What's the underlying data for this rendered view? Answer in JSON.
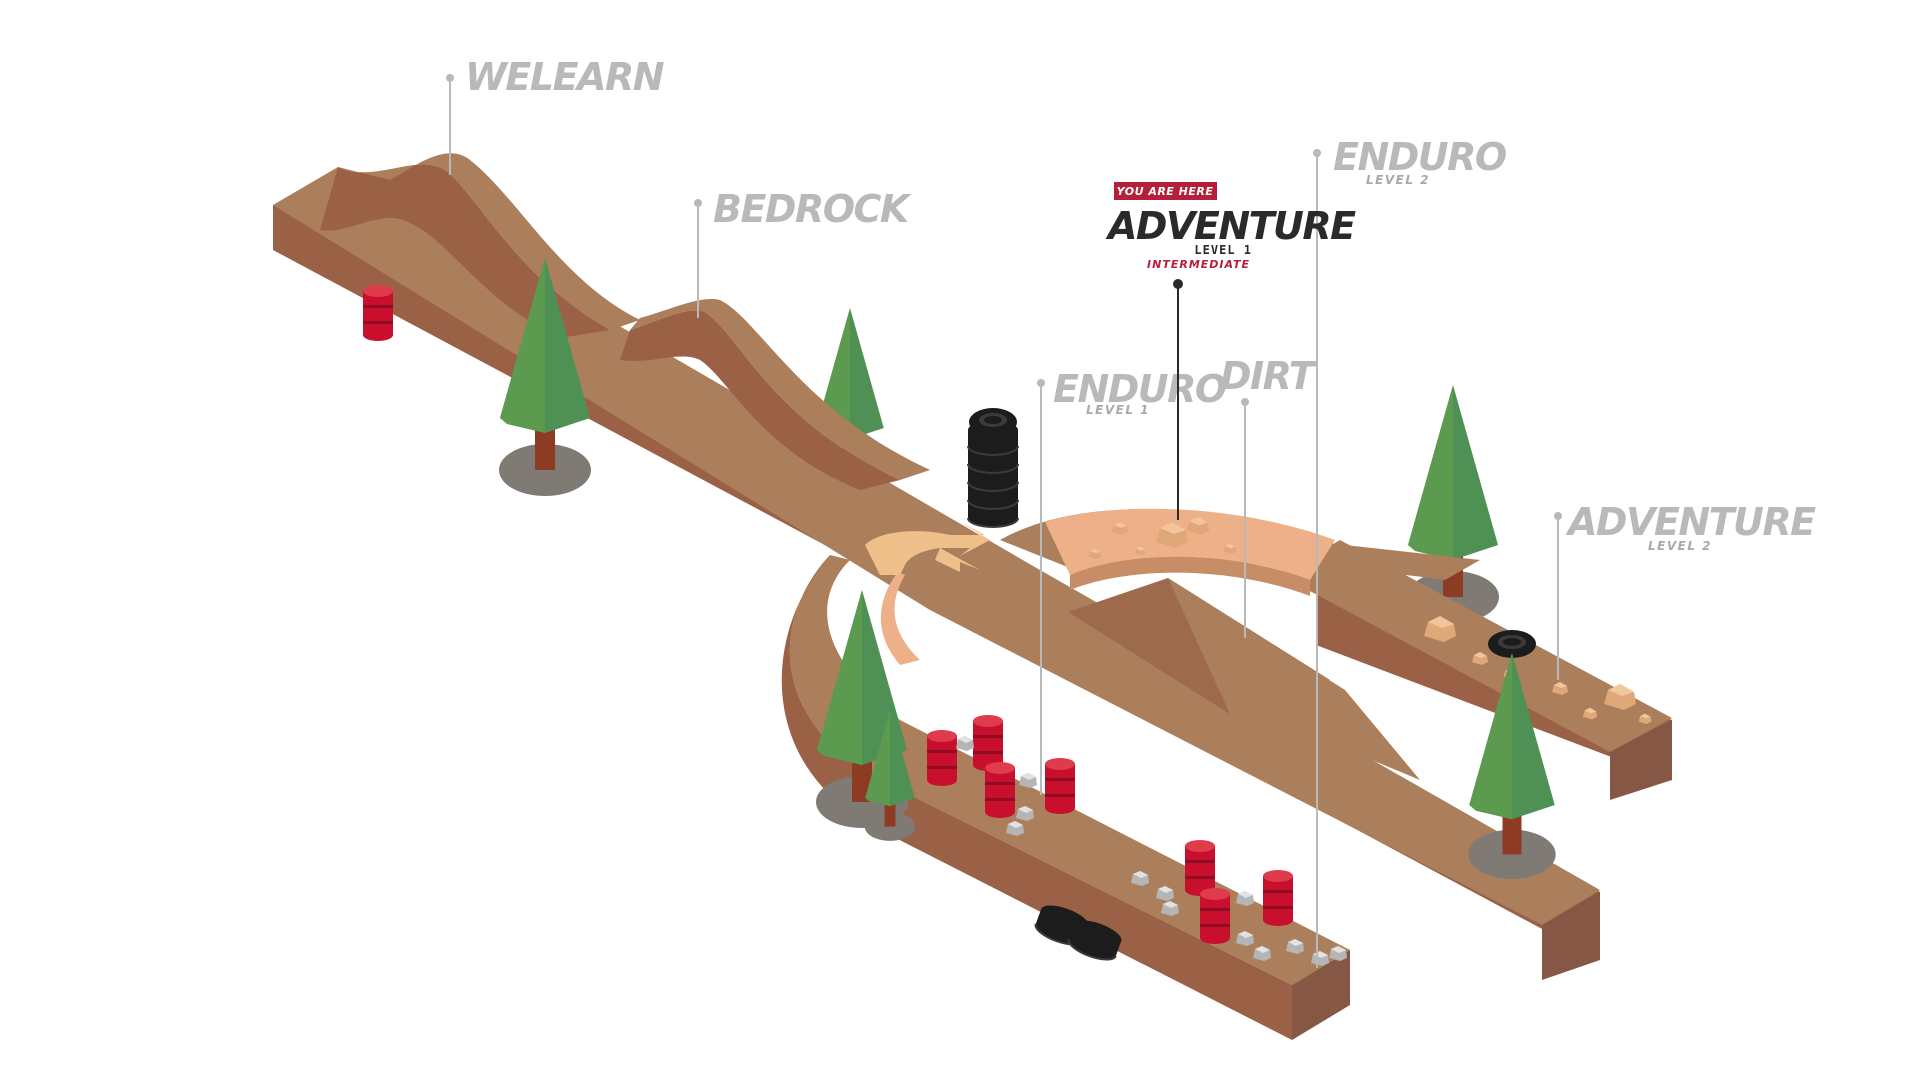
{
  "labels": {
    "welearn": {
      "title": "WELEARN"
    },
    "bedrock": {
      "title": "BEDROCK"
    },
    "enduro_2": {
      "title": "ENDURO",
      "level": "LEVEL 2"
    },
    "enduro_1": {
      "title": "ENDURO",
      "level": "LEVEL 1"
    },
    "dirt": {
      "title": "DIRT"
    },
    "adventure_2": {
      "title": "ADVENTURE",
      "level": "LEVEL 2"
    }
  },
  "you_are_here": {
    "badge": "YOU ARE HERE",
    "title": "ADVENTURE",
    "level": "LEVEL 1",
    "difficulty": "INTERMEDIATE"
  },
  "icons": [
    "tree-icon",
    "barrel-icon",
    "tire-stack-icon",
    "tire-icon",
    "rock-icon",
    "direction-arrow-icon"
  ],
  "colors": {
    "track_top": "#ab7f5b",
    "track_side_left": "#9a6146",
    "track_side_right": "#855744",
    "sand": "#eeb089",
    "tree_light": "#6aa64d",
    "tree_dark": "#4f9055",
    "barrel": "#c8102e",
    "tire": "#1c1c1c",
    "label_gray": "#b9b9b9",
    "badge_red": "#b4203a"
  }
}
